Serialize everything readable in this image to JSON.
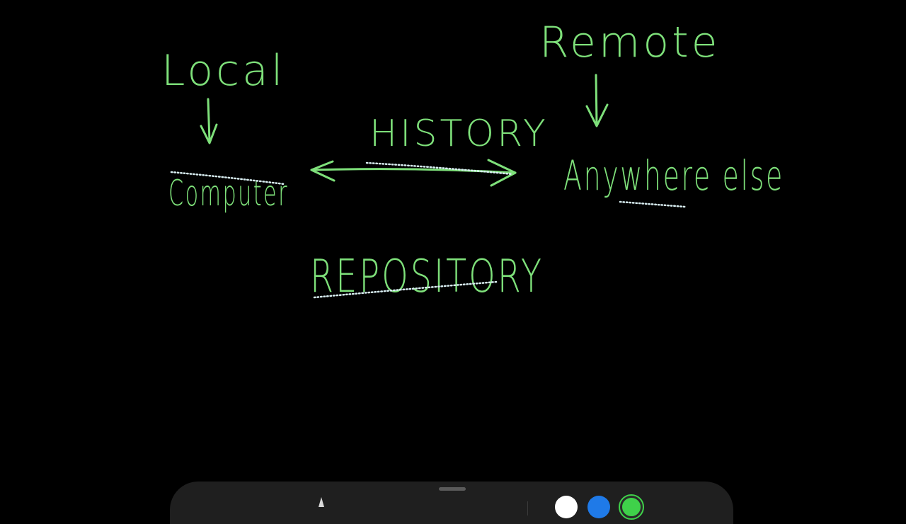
{
  "canvas": {
    "background": "#000000",
    "ink_color": "#7ee07a",
    "labels": {
      "local": "Local",
      "remote": "Remote",
      "history": "HISTORY",
      "computer": "Computer",
      "anywhere_else": "Anywhere else",
      "repository": "REPOSITORY"
    }
  },
  "toolbar": {
    "tools": [
      "pen-icon"
    ],
    "colors": [
      {
        "name": "white",
        "hex": "#ffffff",
        "selected": false
      },
      {
        "name": "blue",
        "hex": "#1f7ae8",
        "selected": false
      },
      {
        "name": "green",
        "hex": "#3fd14a",
        "selected": true
      }
    ]
  }
}
